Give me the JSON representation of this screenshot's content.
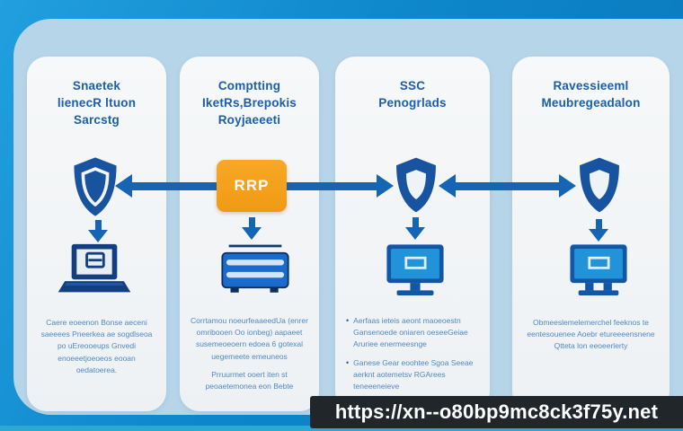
{
  "diagram": {
    "url_caption": "https://xn--o80bp9mc8ck3f75y.net",
    "bullet_char": "•",
    "colors": {
      "background_blue": "#0f87cb",
      "panel_blue": "#b7d5e9",
      "card_bg": "#f3f5f7",
      "title_blue": "#1c5ea9",
      "body_blue": "#4f88c2",
      "arrow_blue": "#1565b4",
      "shield_navy": "#17539f",
      "accent_orange": "#f5a01d",
      "device_navy": "#133f80",
      "monitor_screen_blue": "#2293d8",
      "url_bar_bg": "#20262a",
      "bottom_strip_teal": "#2ca8d2"
    },
    "cards": [
      {
        "title": "Snaetek\nlienecR ltuon\nSarcstg",
        "icon": "shield",
        "device": "laptop",
        "paragraphs": [
          "Caere eoeenon Bonse aeceni saeeees Pneerkea ae sogdlseoa po uEreooeups Gnvedi enoeeetjoeoeos eooan oedatoerea."
        ]
      },
      {
        "title": "Comptting\nIketRs,Brepokis\nRoyjaeeeti",
        "icon": "rrp-box",
        "rrp_label": "RRP",
        "device": "server",
        "paragraphs": [
          "Corrtamou noeurfeaaeedUa (enrer omribooen Oo ionbeg) aapaeet susemeoeoern edoea 6 gotexal uegemeete emeuneos",
          "Prruurmet ooert iten st peoaetemonea eon Bebte"
        ]
      },
      {
        "title": "SSC\nPenogrlads",
        "icon": "shield",
        "device": "monitor",
        "bullets": [
          "Aerfaas ieteis aeont maoeoestn Gansenoede oniaren oeseeGeiae Aruriee enermeesnge",
          "Ganese Gear eoohtee Sgoa Seeae aerknt aotemetsv RGArees teneeeneieve"
        ]
      },
      {
        "title": "Ravessieeml\nMeubregeadalon",
        "icon": "shield",
        "device": "monitor",
        "paragraphs": [
          "Obmeeslemelemerchel feeknos te eentesouenee Aoebr etureeeensnene Qtteta lon eeoeerlerty"
        ]
      }
    ]
  }
}
